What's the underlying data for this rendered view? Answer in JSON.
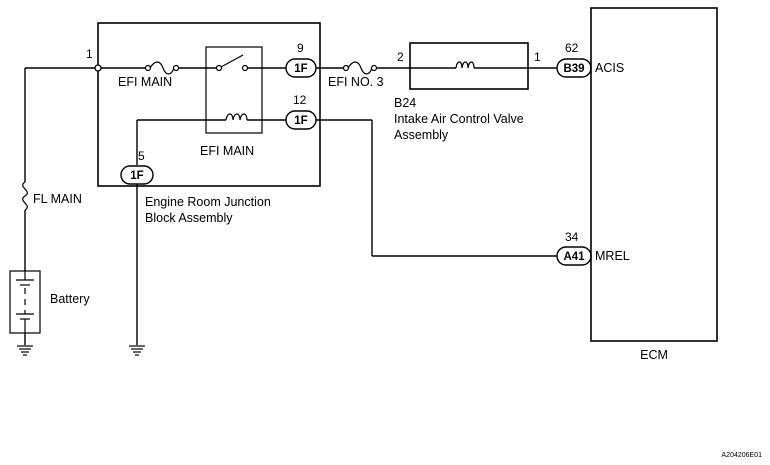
{
  "junction_block": {
    "pins": {
      "p1": "1",
      "p9": "9",
      "p12": "12",
      "p5": "5"
    },
    "connector_tag": "1F",
    "fuse_label": "EFI MAIN",
    "relay_label": "EFI MAIN",
    "name_line1": "Engine Room Junction",
    "name_line2": "Block Assembly"
  },
  "fl_main_label": "FL MAIN",
  "battery_label": "Battery",
  "efi_no3_label": "EFI NO. 3",
  "valve": {
    "pin_left": "2",
    "pin_right": "1",
    "id": "B24",
    "name_line1": "Intake Air Control Valve",
    "name_line2": "Assembly"
  },
  "ecm": {
    "label": "ECM",
    "pin_acis": "62",
    "tag_acis": "B39",
    "signal_acis": "ACIS",
    "pin_mrel": "34",
    "tag_mrel": "A41",
    "signal_mrel": "MREL"
  },
  "figure_code": "A204206E01"
}
